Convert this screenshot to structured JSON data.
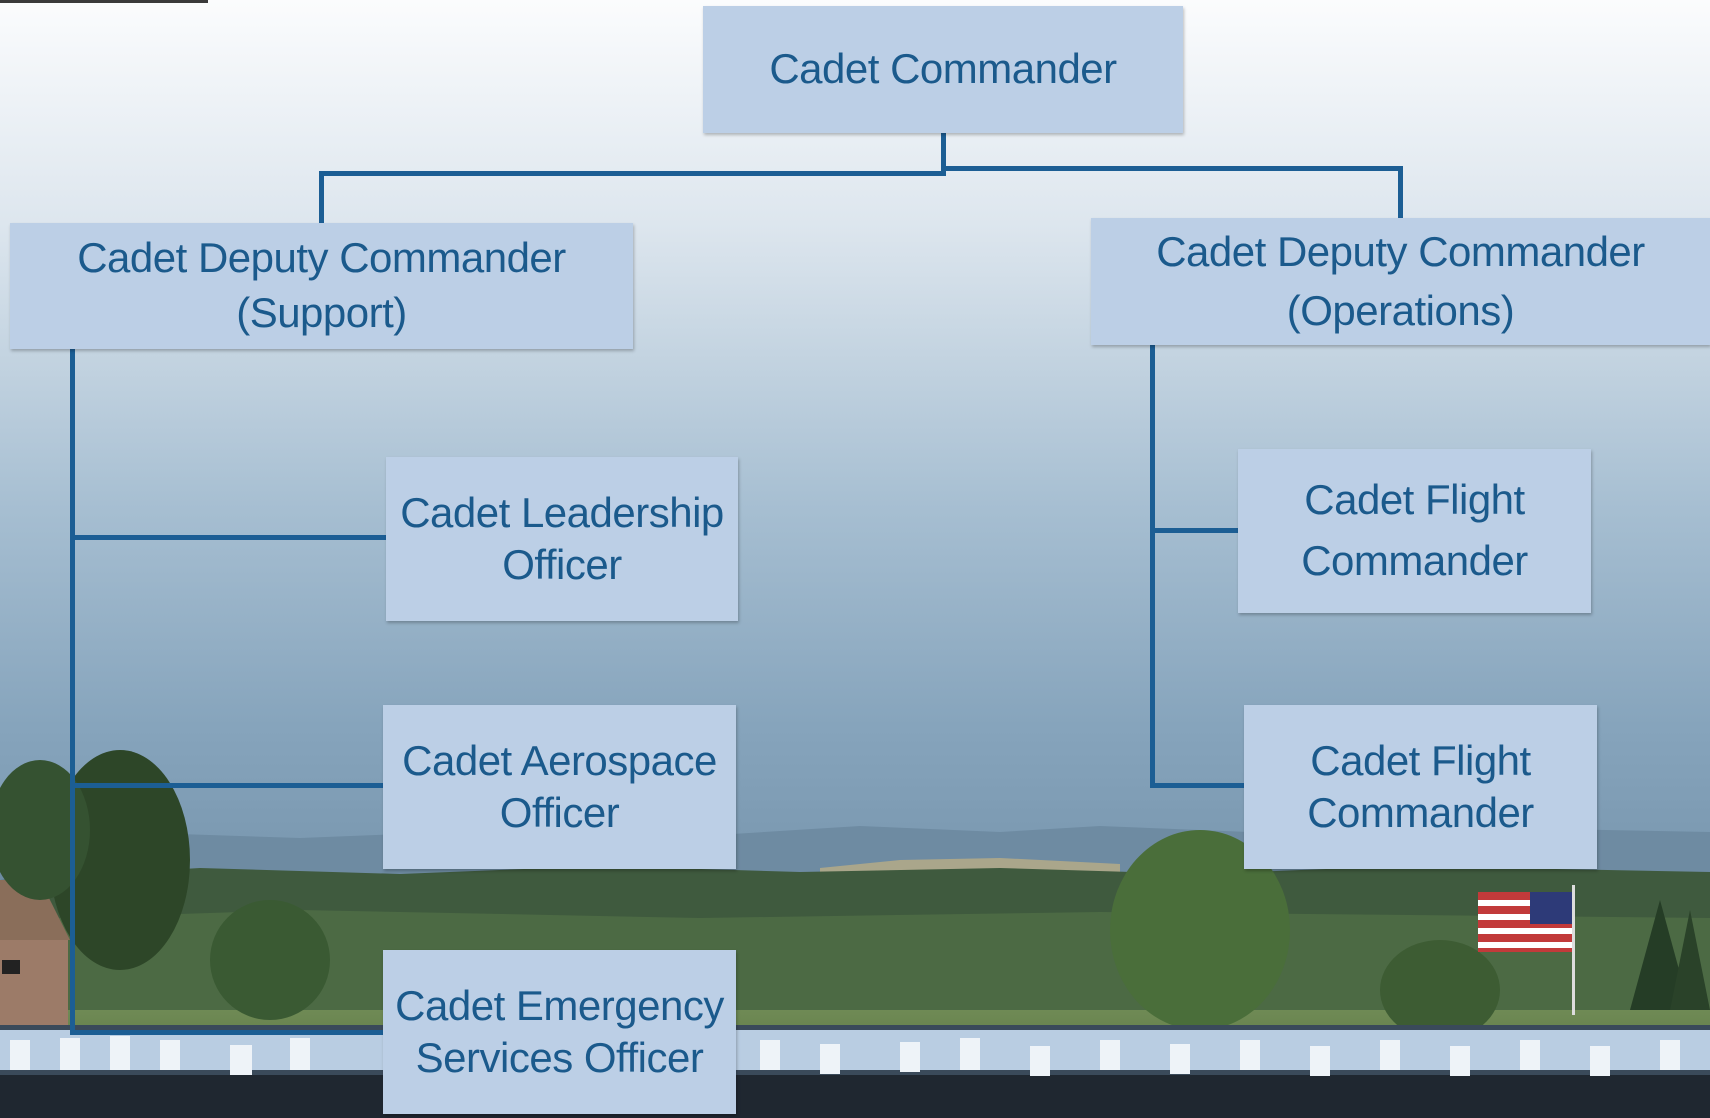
{
  "diagram": {
    "nodes": {
      "commander": "Cadet Commander",
      "deputy_support": "Cadet Deputy Commander (Support)",
      "deputy_operations": "Cadet Deputy Commander\n(Operations)",
      "leadership_officer": "Cadet Leadership\nOfficer",
      "aerospace_officer": "Cadet Aerospace\nOfficer",
      "emergency_services_officer": "Cadet Emergency\nServices Officer",
      "flight_commander_1": "Cadet Flight\nCommander",
      "flight_commander_2": "Cadet Flight\nCommander"
    },
    "colors": {
      "box_fill": "#bccfe6",
      "box_text": "#1b5a8c",
      "connector": "#1c5e94"
    }
  }
}
